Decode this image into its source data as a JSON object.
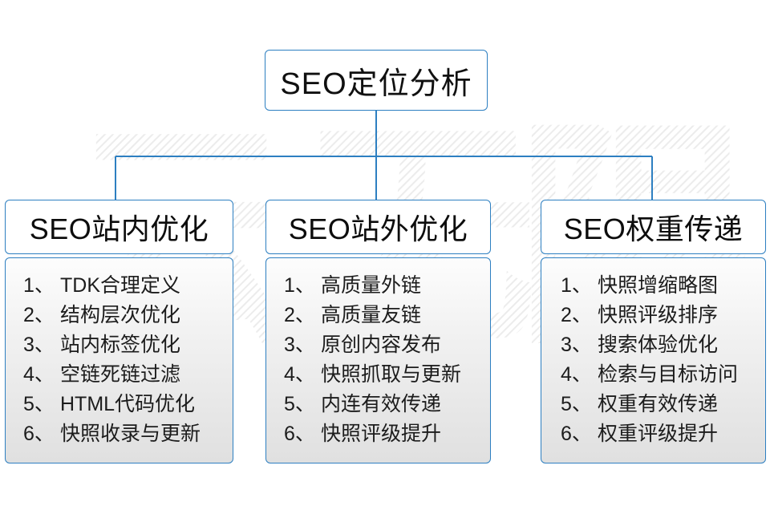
{
  "diagram": {
    "title": "SEO定位分析",
    "watermark_text": "云无限",
    "accent_color": "#2d7fc1",
    "text_color": "#1a1a1a",
    "body_bg_top": "#fdfdfd",
    "body_bg_bottom": "#e0e0e0",
    "root": {
      "label": "SEO定位分析"
    },
    "columns": [
      {
        "header": "SEO站内优化",
        "items": [
          {
            "num": "1、",
            "text": "TDK合理定义"
          },
          {
            "num": "2、",
            "text": "结构层次优化"
          },
          {
            "num": "3、",
            "text": "站内标签优化"
          },
          {
            "num": "4、",
            "text": "空链死链过滤"
          },
          {
            "num": "5、",
            "text": "HTML代码优化"
          },
          {
            "num": "6、",
            "text": "快照收录与更新"
          }
        ]
      },
      {
        "header": "SEO站外优化",
        "items": [
          {
            "num": "1、",
            "text": "高质量外链"
          },
          {
            "num": "2、",
            "text": "高质量友链"
          },
          {
            "num": "3、",
            "text": "原创内容发布"
          },
          {
            "num": "4、",
            "text": "快照抓取与更新"
          },
          {
            "num": "5、",
            "text": "内连有效传递"
          },
          {
            "num": "6、",
            "text": "快照评级提升"
          }
        ]
      },
      {
        "header": "SEO权重传递",
        "items": [
          {
            "num": "1、",
            "text": "快照增缩略图"
          },
          {
            "num": "2、",
            "text": "快照评级排序"
          },
          {
            "num": "3、",
            "text": "搜索体验优化"
          },
          {
            "num": "4、",
            "text": "检索与目标访问"
          },
          {
            "num": "5、",
            "text": "权重有效传递"
          },
          {
            "num": "6、",
            "text": "权重评级提升"
          }
        ]
      }
    ]
  }
}
